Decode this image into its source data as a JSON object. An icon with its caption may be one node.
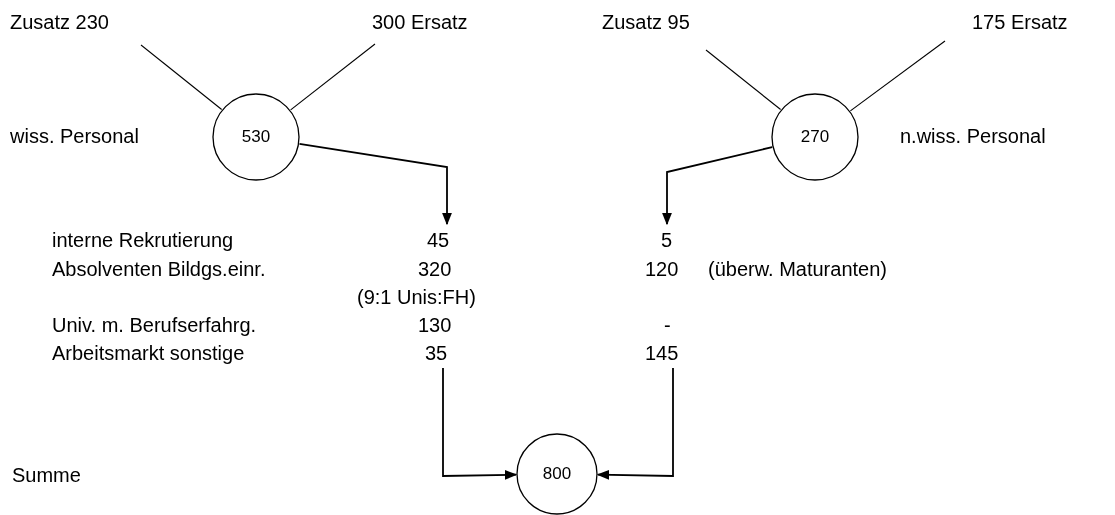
{
  "diagram": {
    "nodes": [
      {
        "text": [
          "Zusatz 230"
        ]
      },
      {
        "text": [
          "300 Ersatz"
        ]
      },
      {
        "text": [
          "530"
        ],
        "beside": [
          "wiss. Personal"
        ]
      },
      {
        "text": [
          "Zusatz 95"
        ]
      },
      {
        "text": [
          "175 Ersatz"
        ]
      },
      {
        "text": [
          "270"
        ],
        "beside": [
          "n.wiss. Personal"
        ]
      },
      {
        "text": [
          "45"
        ]
      },
      {
        "text": [
          "5"
        ]
      },
      {
        "text": [
          "35"
        ]
      },
      {
        "text": [
          "145"
        ]
      },
      {
        "text": [
          "800"
        ]
      }
    ],
    "edges": [
      {
        "from": 0,
        "to": 2,
        "arrow": "none"
      },
      {
        "from": 1,
        "to": 2,
        "arrow": "none"
      },
      {
        "from": 3,
        "to": 5,
        "arrow": "none"
      },
      {
        "from": 4,
        "to": 5,
        "arrow": "none"
      },
      {
        "from": 2,
        "to": 6,
        "arrow": "to"
      },
      {
        "from": 5,
        "to": 7,
        "arrow": "to"
      },
      {
        "from": 8,
        "to": 10,
        "arrow": "to"
      },
      {
        "from": 9,
        "to": 10,
        "arrow": "to"
      }
    ],
    "labels": [
      "interne Rekrutierung",
      "Absolventen Bildgs.einr.",
      "320",
      "120",
      "(überw. Maturanten)",
      "(9:1 Unis:FH)",
      "Univ. m. Berufserfahrg.",
      "130",
      "-",
      "Arbeitsmarkt sonstige",
      "Summe"
    ]
  }
}
